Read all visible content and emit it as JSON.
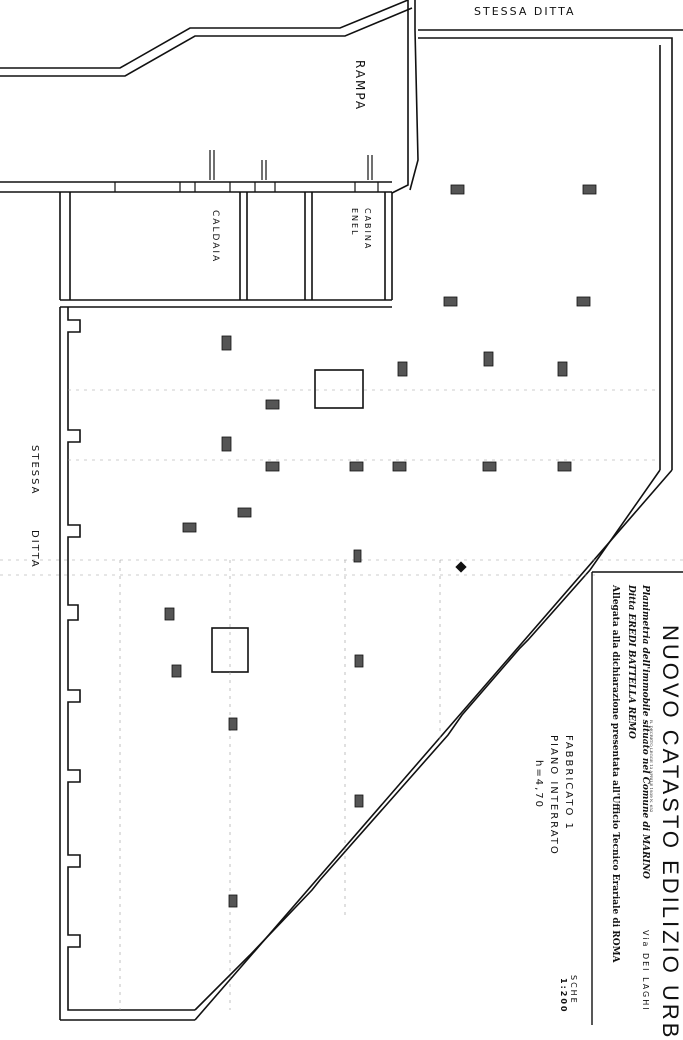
{
  "labels": {
    "top_adjacent": "STESSA DITTA",
    "left_adjacent_1": "STESSA",
    "left_adjacent_2": "DITTA",
    "rampa": "RAMPA",
    "caldaia": "CALDAIA",
    "cabina_enel_1": "CABINA",
    "cabina_enel_2": "ENEL"
  },
  "building": {
    "line1": "FABBRICATO 1",
    "line2": "PIANO INTERRATO",
    "line3": "h=4,70"
  },
  "title_block": {
    "header": "NUOVO CATASTO EDILIZIO URB",
    "decree": "R. DECRETO LEGGE 13 APRILE 1939 N. 652",
    "line1": "Planimetria dell'immobile situato nel Comune di MARINO",
    "street": "Via DEI LAGHI",
    "line2": "Ditta EREDI BATTELLA REMO",
    "line3": "Allegata alla dichiarazione presentata all'Ufficio Tecnico Erariale di ROMA",
    "scale_1": "SCHE",
    "scale_2": "1:200"
  }
}
